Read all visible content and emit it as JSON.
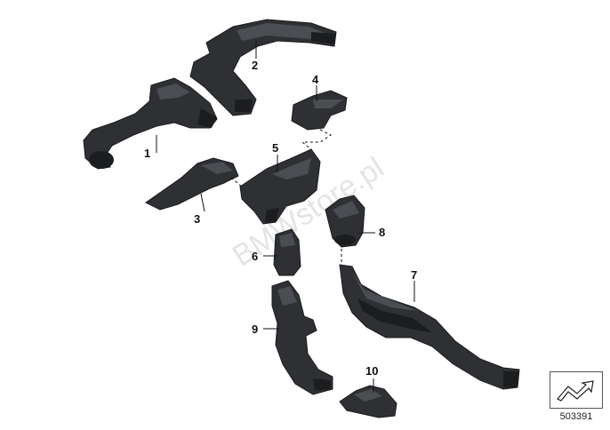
{
  "callouts": [
    "1",
    "2",
    "3",
    "4",
    "5",
    "6",
    "7",
    "8",
    "9",
    "10"
  ],
  "watermark": "BMWstore.pl",
  "reference_number": "503391",
  "colors": {
    "part_fill": "#2e3033",
    "line": "#111111",
    "background": "#ffffff"
  },
  "icons": {
    "reference_box": "arrow-reference-icon"
  }
}
